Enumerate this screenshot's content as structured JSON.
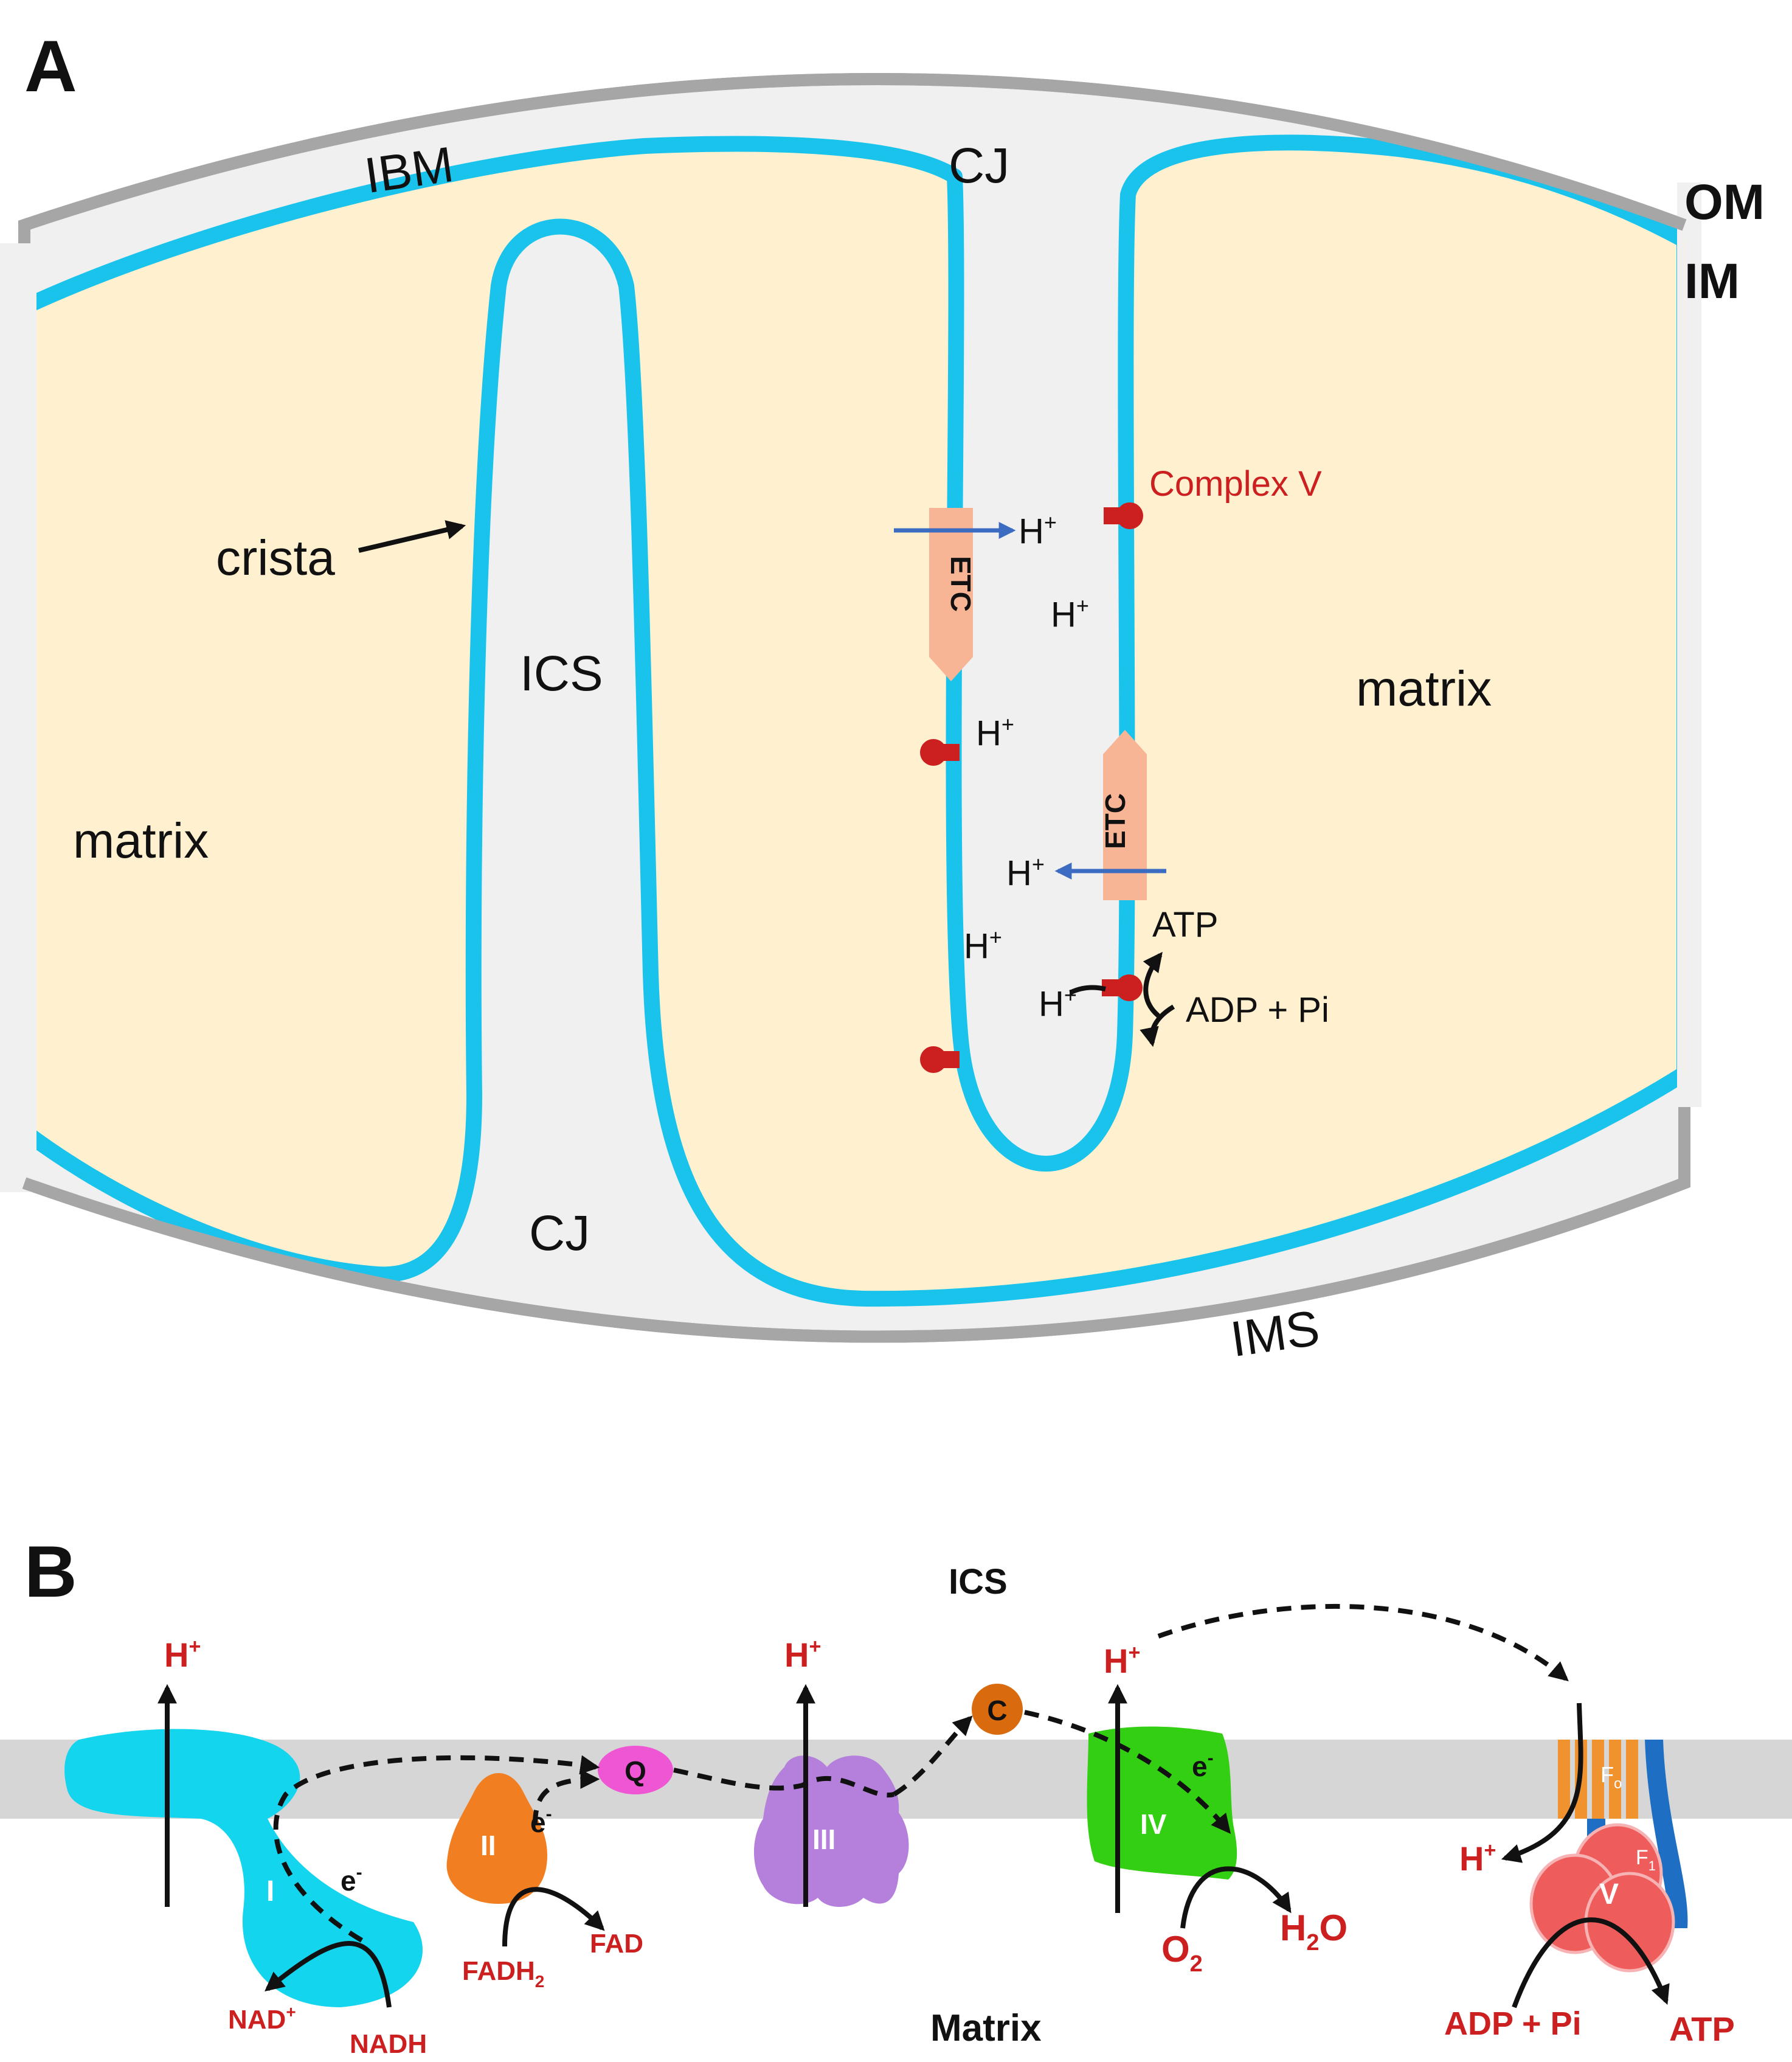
{
  "panel_a": {
    "letter": "A",
    "labels": {
      "om": "OM",
      "im": "IM",
      "ibm": "IBM",
      "cj_top": "CJ",
      "cj_bottom": "CJ",
      "ics": "ICS",
      "ims": "IMS",
      "crista": "crista",
      "matrix_left": "matrix",
      "matrix_right": "matrix",
      "complex_v": "Complex V",
      "etc_1": "ETC",
      "etc_2": "ETC",
      "h_plus": "H",
      "h_sup": "+",
      "atp": "ATP",
      "adp_pi": "ADP + Pi"
    },
    "colors": {
      "outer_membrane": "#a6a6a6",
      "inner_membrane": "#19c3ec",
      "matrix": "#fff0cf",
      "intermembrane_space": "#f0f0f0",
      "complex_v": "#cc1f1f",
      "etc": "#f8b595",
      "proton_arrow": "#3b6cc2"
    }
  },
  "panel_b": {
    "letter": "B",
    "labels": {
      "ics": "ICS",
      "matrix": "Matrix",
      "complex_i": "I",
      "complex_ii": "II",
      "complex_iii": "III",
      "complex_iv": "IV",
      "complex_v": "V",
      "q": "Q",
      "c": "C",
      "e_minus": "e",
      "e_sup": "-",
      "h_plus": "H",
      "h_sup": "+",
      "nad_plus": "NAD",
      "nad_sup": "+",
      "nadh": "NADH",
      "fadh2": "FADH",
      "fadh2_sub": "2",
      "fad": "FAD",
      "o2": "O",
      "o2_sub": "2",
      "h2o_h": "H",
      "h2o_sub": "2",
      "h2o_o": "O",
      "fo": "F",
      "fo_sub": "o",
      "f1": "F",
      "f1_sub": "1",
      "adp_pi": "ADP + Pi",
      "atp": "ATP"
    },
    "colors": {
      "membrane": "#d6d6d6",
      "complex_i": "#14d5ee",
      "complex_ii": "#f27e22",
      "complex_iii": "#b57fdc",
      "complex_iv": "#33cf12",
      "complex_v": "#ef5c5c",
      "q": "#ef56d4",
      "c": "#d96a0e",
      "fo": "#f0932e",
      "stator": "#1e6fc4",
      "red_text": "#d81f1f"
    }
  }
}
